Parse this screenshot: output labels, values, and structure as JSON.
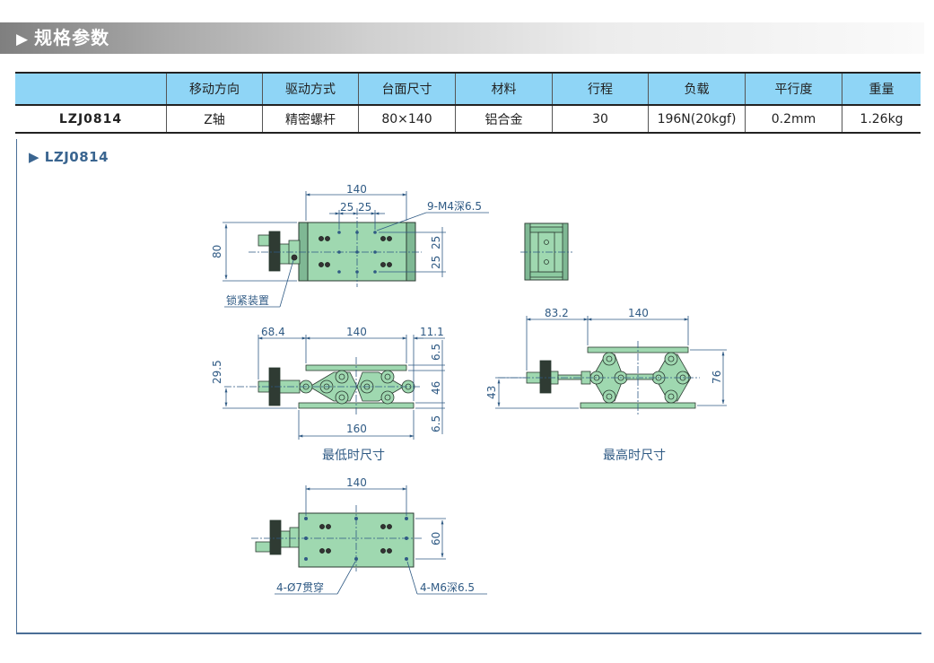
{
  "header": {
    "icon": "triangle-right-icon",
    "title": "规格参数"
  },
  "spec_table": {
    "columns": [
      "",
      "移动方向",
      "驱动方式",
      "台面尺寸",
      "材料",
      "行程",
      "负载",
      "平行度",
      "重量"
    ],
    "rows": [
      [
        "LZJ0814",
        "Z轴",
        "精密螺杆",
        "80×140",
        "铝合金",
        "30",
        "196N(20kgf)",
        "0.2mm",
        "1.26kg"
      ]
    ]
  },
  "drawing_section": {
    "title": "LZJ0814",
    "top_view": {
      "dims": {
        "length": "140",
        "pitch_a": "25",
        "pitch_b": "25",
        "width": "80",
        "row_a": "25",
        "row_b": "25"
      },
      "callouts": {
        "holes": "9-M4深6.5",
        "lock": "锁紧装置"
      }
    },
    "low_view": {
      "dims": {
        "handle": "68.4",
        "top_len": "140",
        "overhang": "11.1",
        "plate_top": "6.5",
        "mid": "46",
        "plate_bottom": "6.5",
        "axis_height": "29.5",
        "base_len": "160"
      },
      "caption": "最低时尺寸"
    },
    "high_view": {
      "dims": {
        "handle": "83.2",
        "top_len": "140",
        "height": "76",
        "axis_height": "43"
      },
      "caption": "最高时尺寸"
    },
    "bottom_view": {
      "dims": {
        "length": "140",
        "width": "60"
      },
      "callouts": {
        "through": "4-Ø7贯穿",
        "tapped": "4-M6深6.5"
      }
    }
  },
  "colors": {
    "header_text": "#ffffff",
    "table_header_bg": "#8fd5f6",
    "line": "#2f5a84",
    "part_fill": "#9fd8b0",
    "part_edge": "#2a3a30"
  }
}
